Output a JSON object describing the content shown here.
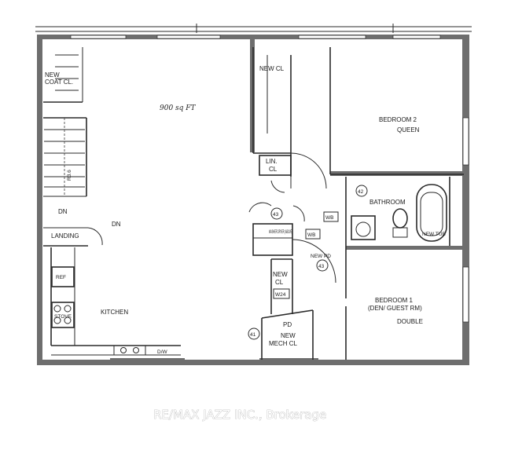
{
  "labels": {
    "area": "900 sq FT",
    "new_coat_cl_1": "NEW",
    "new_coat_cl_2": "COAT CL.",
    "new_cl_top": "NEW CL",
    "bedroom2": "BEDROOM 2",
    "queen": "QUEEN",
    "lin_cl_1": "LIN.",
    "lin_cl_2": "CL",
    "bathroom": "BATHROOM",
    "tag_42_bath": "42",
    "wb_top": "WB",
    "tag_43_top": "43",
    "washer_dryer": "WASHER DRYER (ABOVE)",
    "wb_mid": "WB",
    "new_pd": "NEW PD",
    "tag_43": "43",
    "new_tub": "NEW TUB",
    "dn_stair": "DN",
    "dn_landing": "DN",
    "landing": "LANDING",
    "stair_mark": "R3.6",
    "new_cl_mid_1": "NEW",
    "new_cl_mid_2": "CL",
    "w24": "W24",
    "bedroom1_1": "BEDROOM 1",
    "bedroom1_2": "(DEN/ GUEST RM)",
    "double": "DOUBLE",
    "kitchen": "KITCHEN",
    "stove": "STOVE",
    "ref": "REF",
    "dw": "D/W",
    "pd": "PD",
    "new_mech_1": "NEW",
    "new_mech_2": "MECH CL",
    "tag_41": "41"
  },
  "watermark": "RE/MAX JAZZ INC., Brokerage"
}
